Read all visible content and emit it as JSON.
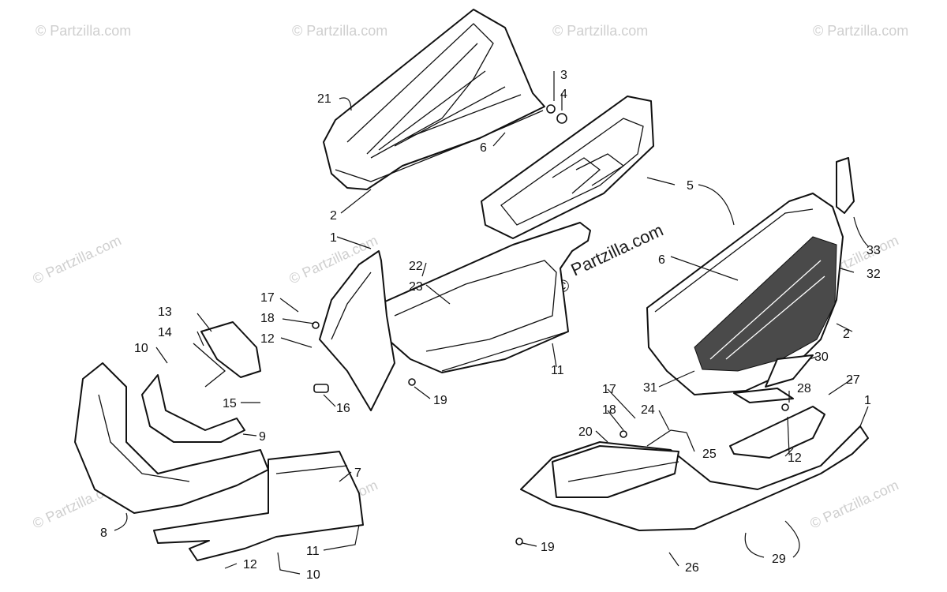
{
  "watermark": {
    "text": "© Partzilla.com",
    "center_text": "Partzilla.com",
    "center_symbol": "©"
  },
  "callouts": [
    "1",
    "1",
    "2",
    "2",
    "3",
    "4",
    "5",
    "6",
    "6",
    "7",
    "8",
    "9",
    "10",
    "10",
    "11",
    "11",
    "12",
    "12",
    "12",
    "13",
    "14",
    "15",
    "16",
    "17",
    "17",
    "18",
    "18",
    "19",
    "19",
    "20",
    "21",
    "22",
    "23",
    "24",
    "25",
    "26",
    "27",
    "28",
    "29",
    "30",
    "31",
    "32",
    "33"
  ]
}
